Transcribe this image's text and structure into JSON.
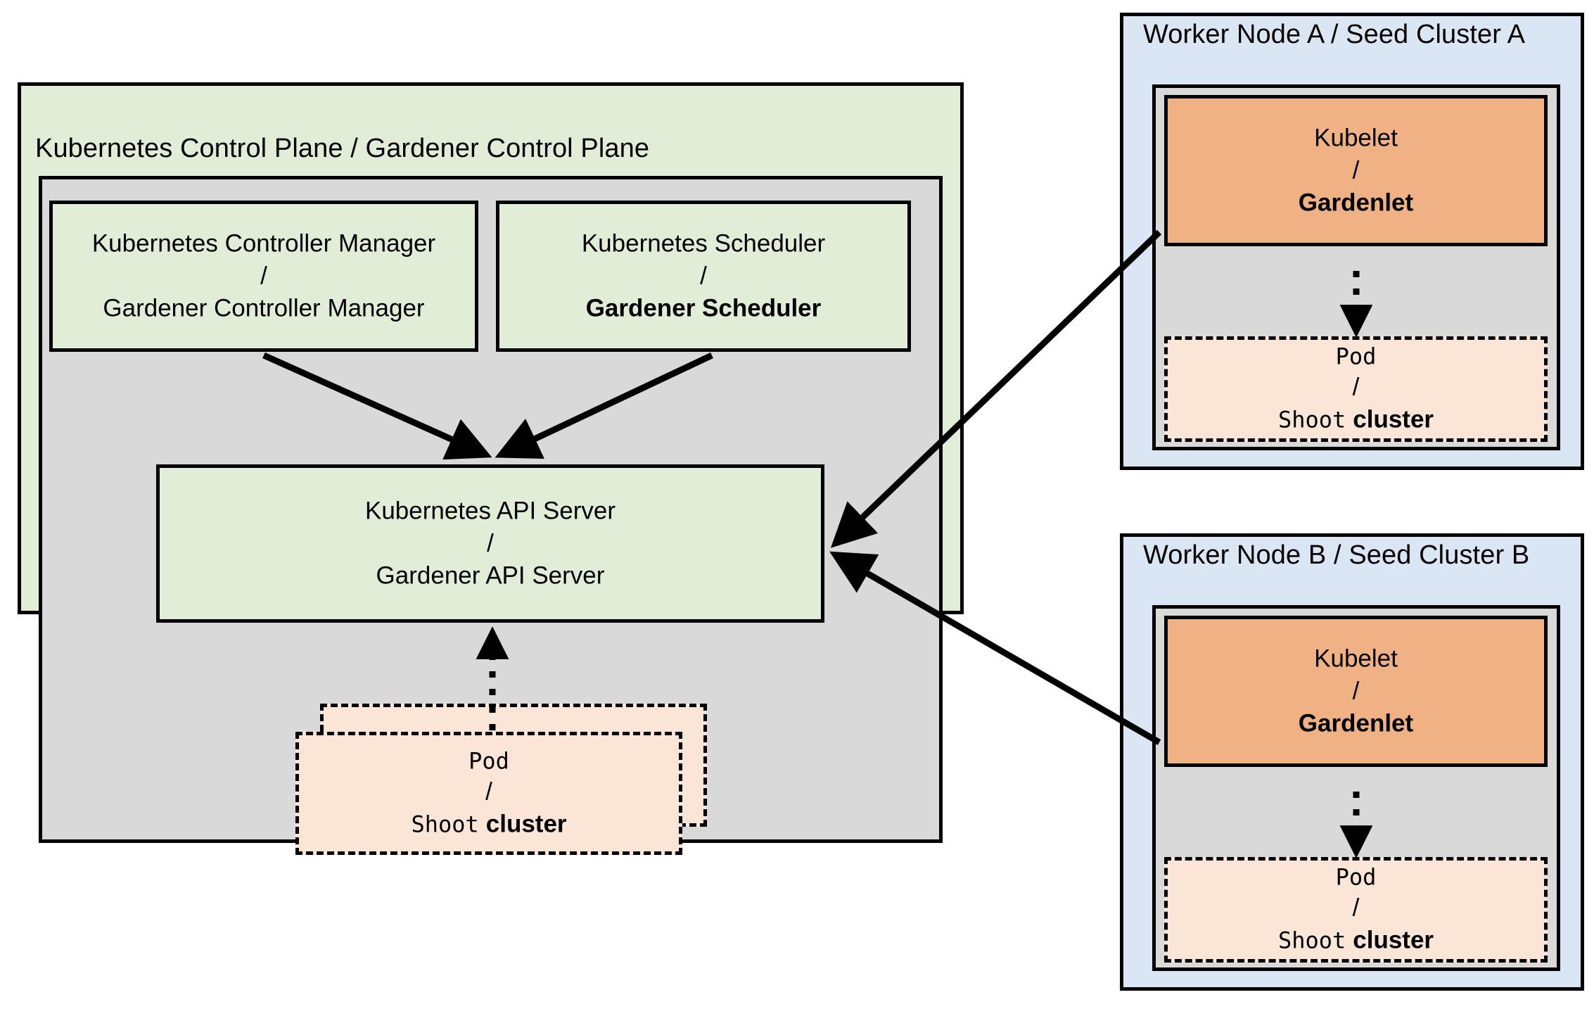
{
  "diagram": {
    "title_hidden": "Gardener architecture: Kubernetes control plane analogy",
    "colors": {
      "green_fill": "#E2EDD7",
      "gray_fill": "#D9D9D9",
      "blue_fill": "#DBE6F4",
      "orange_fill": "#F0B184",
      "pod_fill": "#FBE5D6",
      "stroke": "#000000",
      "background": "#FFFFFF"
    }
  },
  "control_plane": {
    "title": "Kubernetes Control Plane / Gardener Control Plane",
    "controller_manager": {
      "line1": "Kubernetes Controller Manager",
      "separator": "/",
      "line2": "Gardener Controller Manager",
      "line2_bold": false
    },
    "scheduler": {
      "line1": "Kubernetes Scheduler",
      "separator": "/",
      "line2": "Gardener Scheduler",
      "line2_bold": true
    },
    "api_server": {
      "line1": "Kubernetes API Server",
      "separator": "/",
      "line2": "Gardener API Server",
      "line2_bold": false
    },
    "pod": {
      "line1": "Pod",
      "separator": "/",
      "line2_mono": "Shoot",
      "line2_bold": "cluster",
      "stacked": true
    }
  },
  "worker_nodes": [
    {
      "title": "Worker Node A / Seed Cluster A",
      "kubelet": {
        "line1": "Kubelet",
        "separator": "/",
        "line2": "Gardenlet",
        "line2_bold": true
      },
      "pod": {
        "line1": "Pod",
        "separator": "/",
        "line2_mono": "Shoot",
        "line2_bold": "cluster"
      }
    },
    {
      "title": "Worker Node B / Seed Cluster B",
      "kubelet": {
        "line1": "Kubelet",
        "separator": "/",
        "line2": "Gardenlet",
        "line2_bold": true
      },
      "pod": {
        "line1": "Pod",
        "separator": "/",
        "line2_mono": "Shoot",
        "line2_bold": "cluster"
      }
    }
  ],
  "connections": [
    {
      "name": "controller-manager-to-api-server",
      "style": "solid-arrow"
    },
    {
      "name": "scheduler-to-api-server",
      "style": "solid-arrow"
    },
    {
      "name": "pod-to-api-server",
      "style": "dotted-arrow"
    },
    {
      "name": "gardenlet-a-to-api-server",
      "style": "solid-arrow"
    },
    {
      "name": "gardenlet-b-to-api-server",
      "style": "solid-arrow"
    },
    {
      "name": "gardenlet-a-to-pod-a",
      "style": "dotted-arrow"
    },
    {
      "name": "gardenlet-b-to-pod-b",
      "style": "dotted-arrow"
    }
  ]
}
